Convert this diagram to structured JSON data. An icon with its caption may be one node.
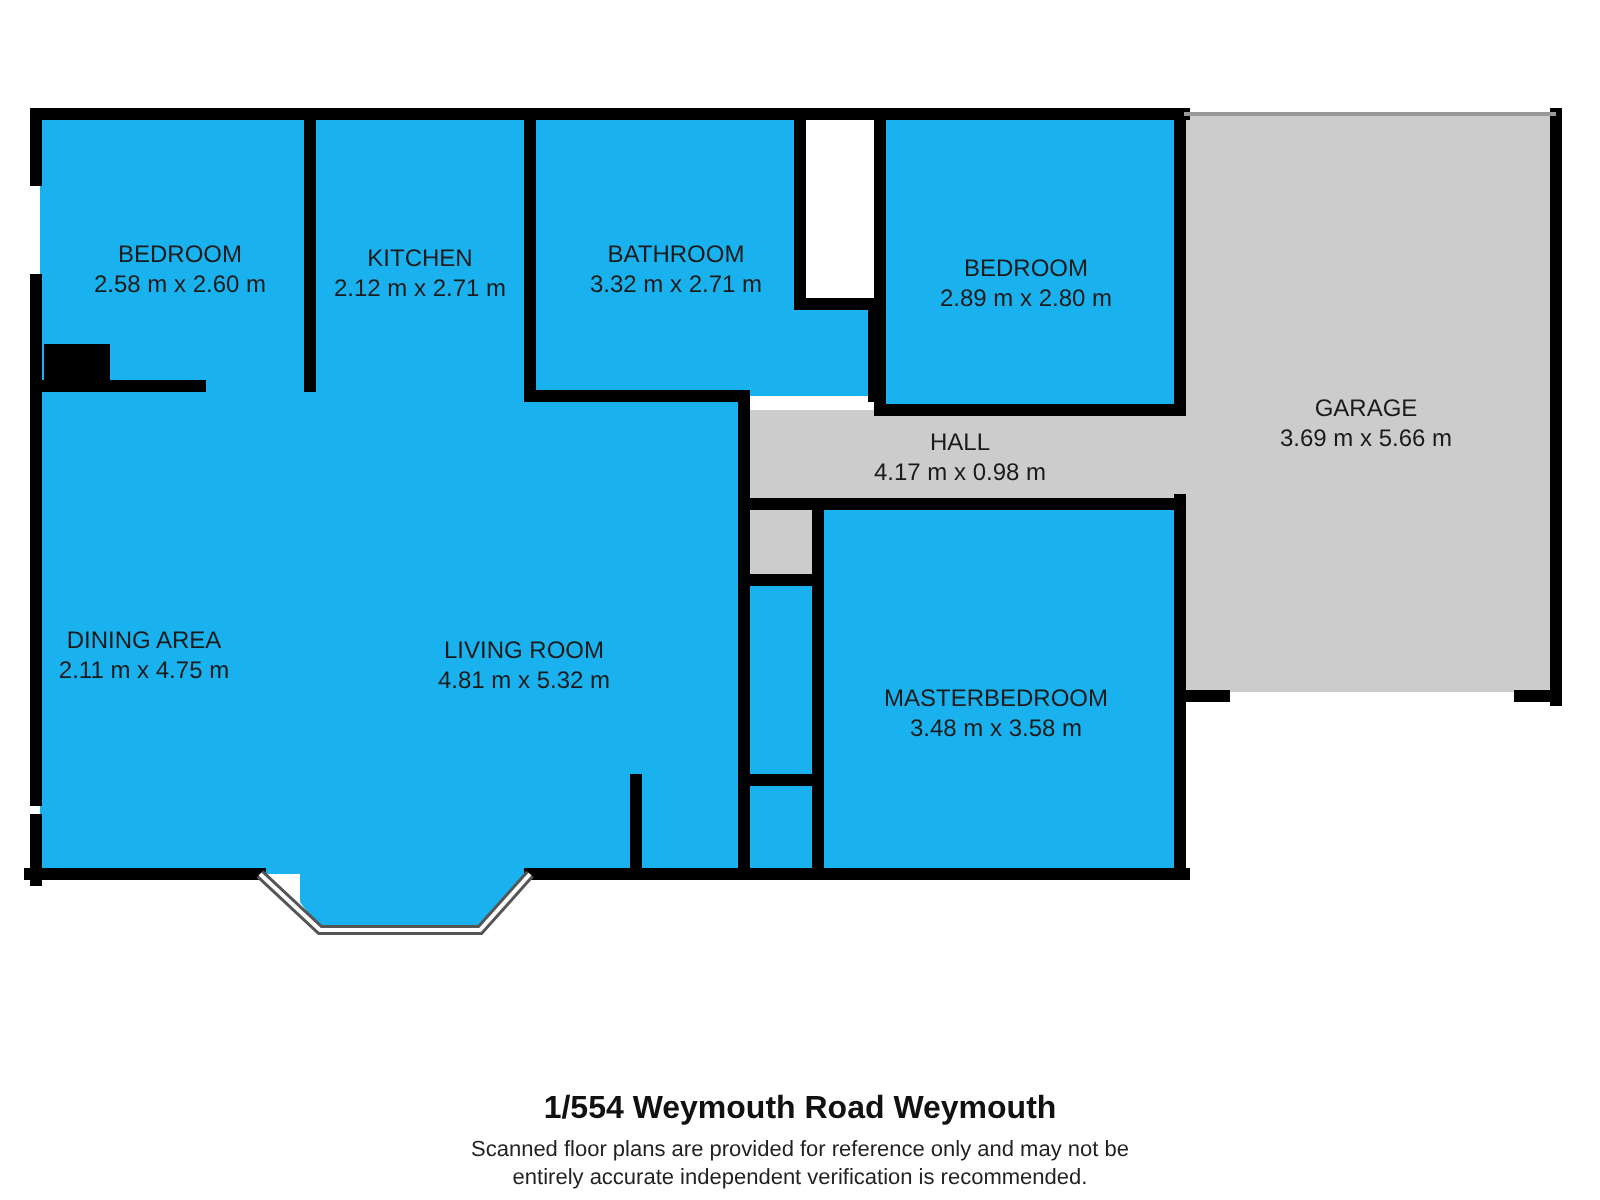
{
  "diagram": {
    "title": "1/554 Weymouth Road Weymouth",
    "caption": "Scanned floor plans are provided for reference only and may not be entirely accurate independent verification is recommended.",
    "nodes": [
      {
        "text": [
          "BEDROOM",
          "2.58 m x 2.60 m"
        ]
      },
      {
        "text": [
          "KITCHEN",
          "2.12 m x 2.71 m"
        ]
      },
      {
        "text": [
          "BATHROOM",
          "3.32 m x 2.71 m"
        ]
      },
      {
        "text": [
          "BEDROOM",
          "2.89 m x 2.80 m"
        ]
      },
      {
        "text": [
          "GARAGE",
          "3.69 m x 5.66 m"
        ]
      },
      {
        "text": [
          "HALL",
          "4.17 m x 0.98 m"
        ]
      },
      {
        "text": [
          "DINING AREA",
          "2.11 m x 4.75 m"
        ]
      },
      {
        "text": [
          "LIVING ROOM",
          "4.81 m x 5.32 m"
        ]
      },
      {
        "text": [],
        "shape": "box"
      },
      {
        "text": [],
        "shape": "box"
      },
      {
        "text": [],
        "shape": "box"
      },
      {
        "text": [
          "MASTERBEDROOM",
          "3.48 m x 3.58 m"
        ]
      }
    ]
  }
}
